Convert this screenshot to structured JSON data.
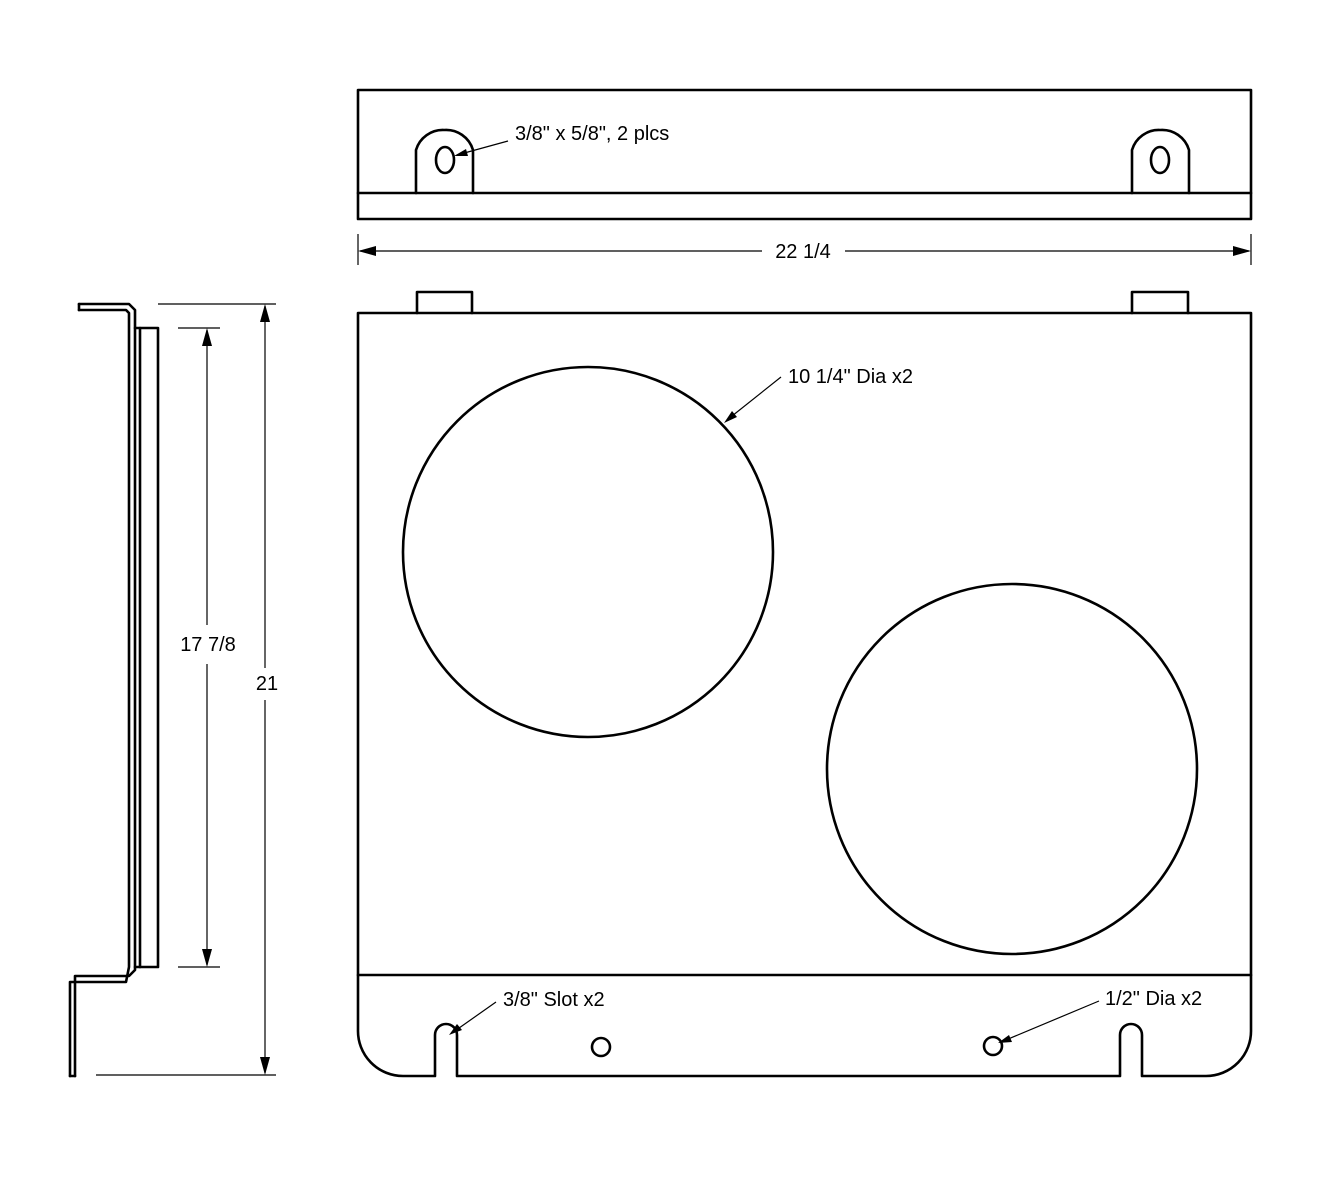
{
  "diagram": {
    "colors": {
      "line": "#000000",
      "background": "#ffffff"
    },
    "dimensions": {
      "overall_width": "22 1/4",
      "overall_height": "21",
      "inner_height": "17 7/8"
    },
    "callouts": {
      "tab_slot": "3/8\" x 5/8\", 2 plcs",
      "large_hole": "10 1/4\" Dia x2",
      "bottom_slot": "3/8\" Slot x2",
      "small_hole": "1/2\" Dia x2"
    }
  }
}
